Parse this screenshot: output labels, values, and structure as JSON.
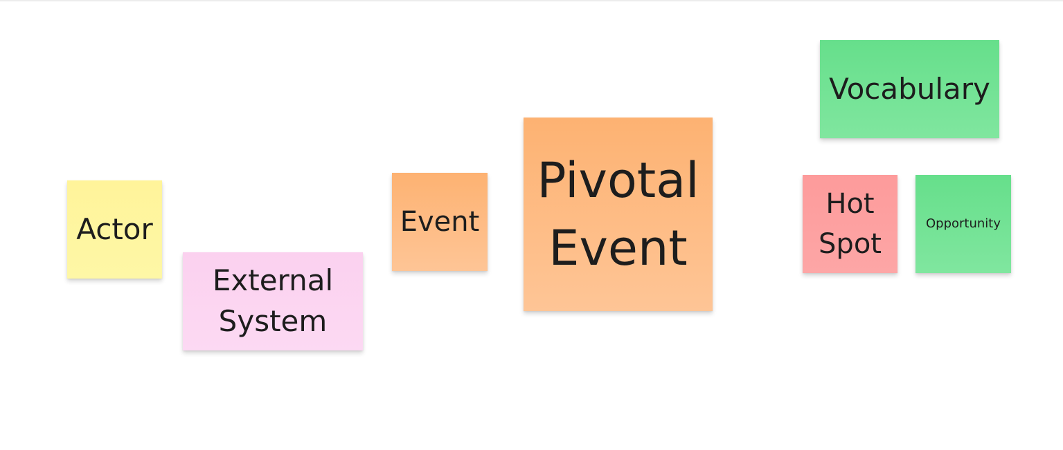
{
  "board": {
    "stickies": {
      "actor": {
        "text": "Actor",
        "color": "#fef59c"
      },
      "external_system": {
        "line1": "External",
        "line2": "System",
        "color": "#fcd4f1"
      },
      "event": {
        "text": "Event",
        "color": "#fdb77c"
      },
      "pivotal_event": {
        "line1": "Pivotal",
        "line2": "Event",
        "color": "#fdb77c"
      },
      "vocabulary": {
        "text": "Vocabulary",
        "color": "#6be08f"
      },
      "hot_spot": {
        "line1": "Hot",
        "line2": "Spot",
        "color": "#fd9e9e"
      },
      "opportunity": {
        "text": "Opportunity",
        "color": "#6be08f"
      }
    }
  }
}
